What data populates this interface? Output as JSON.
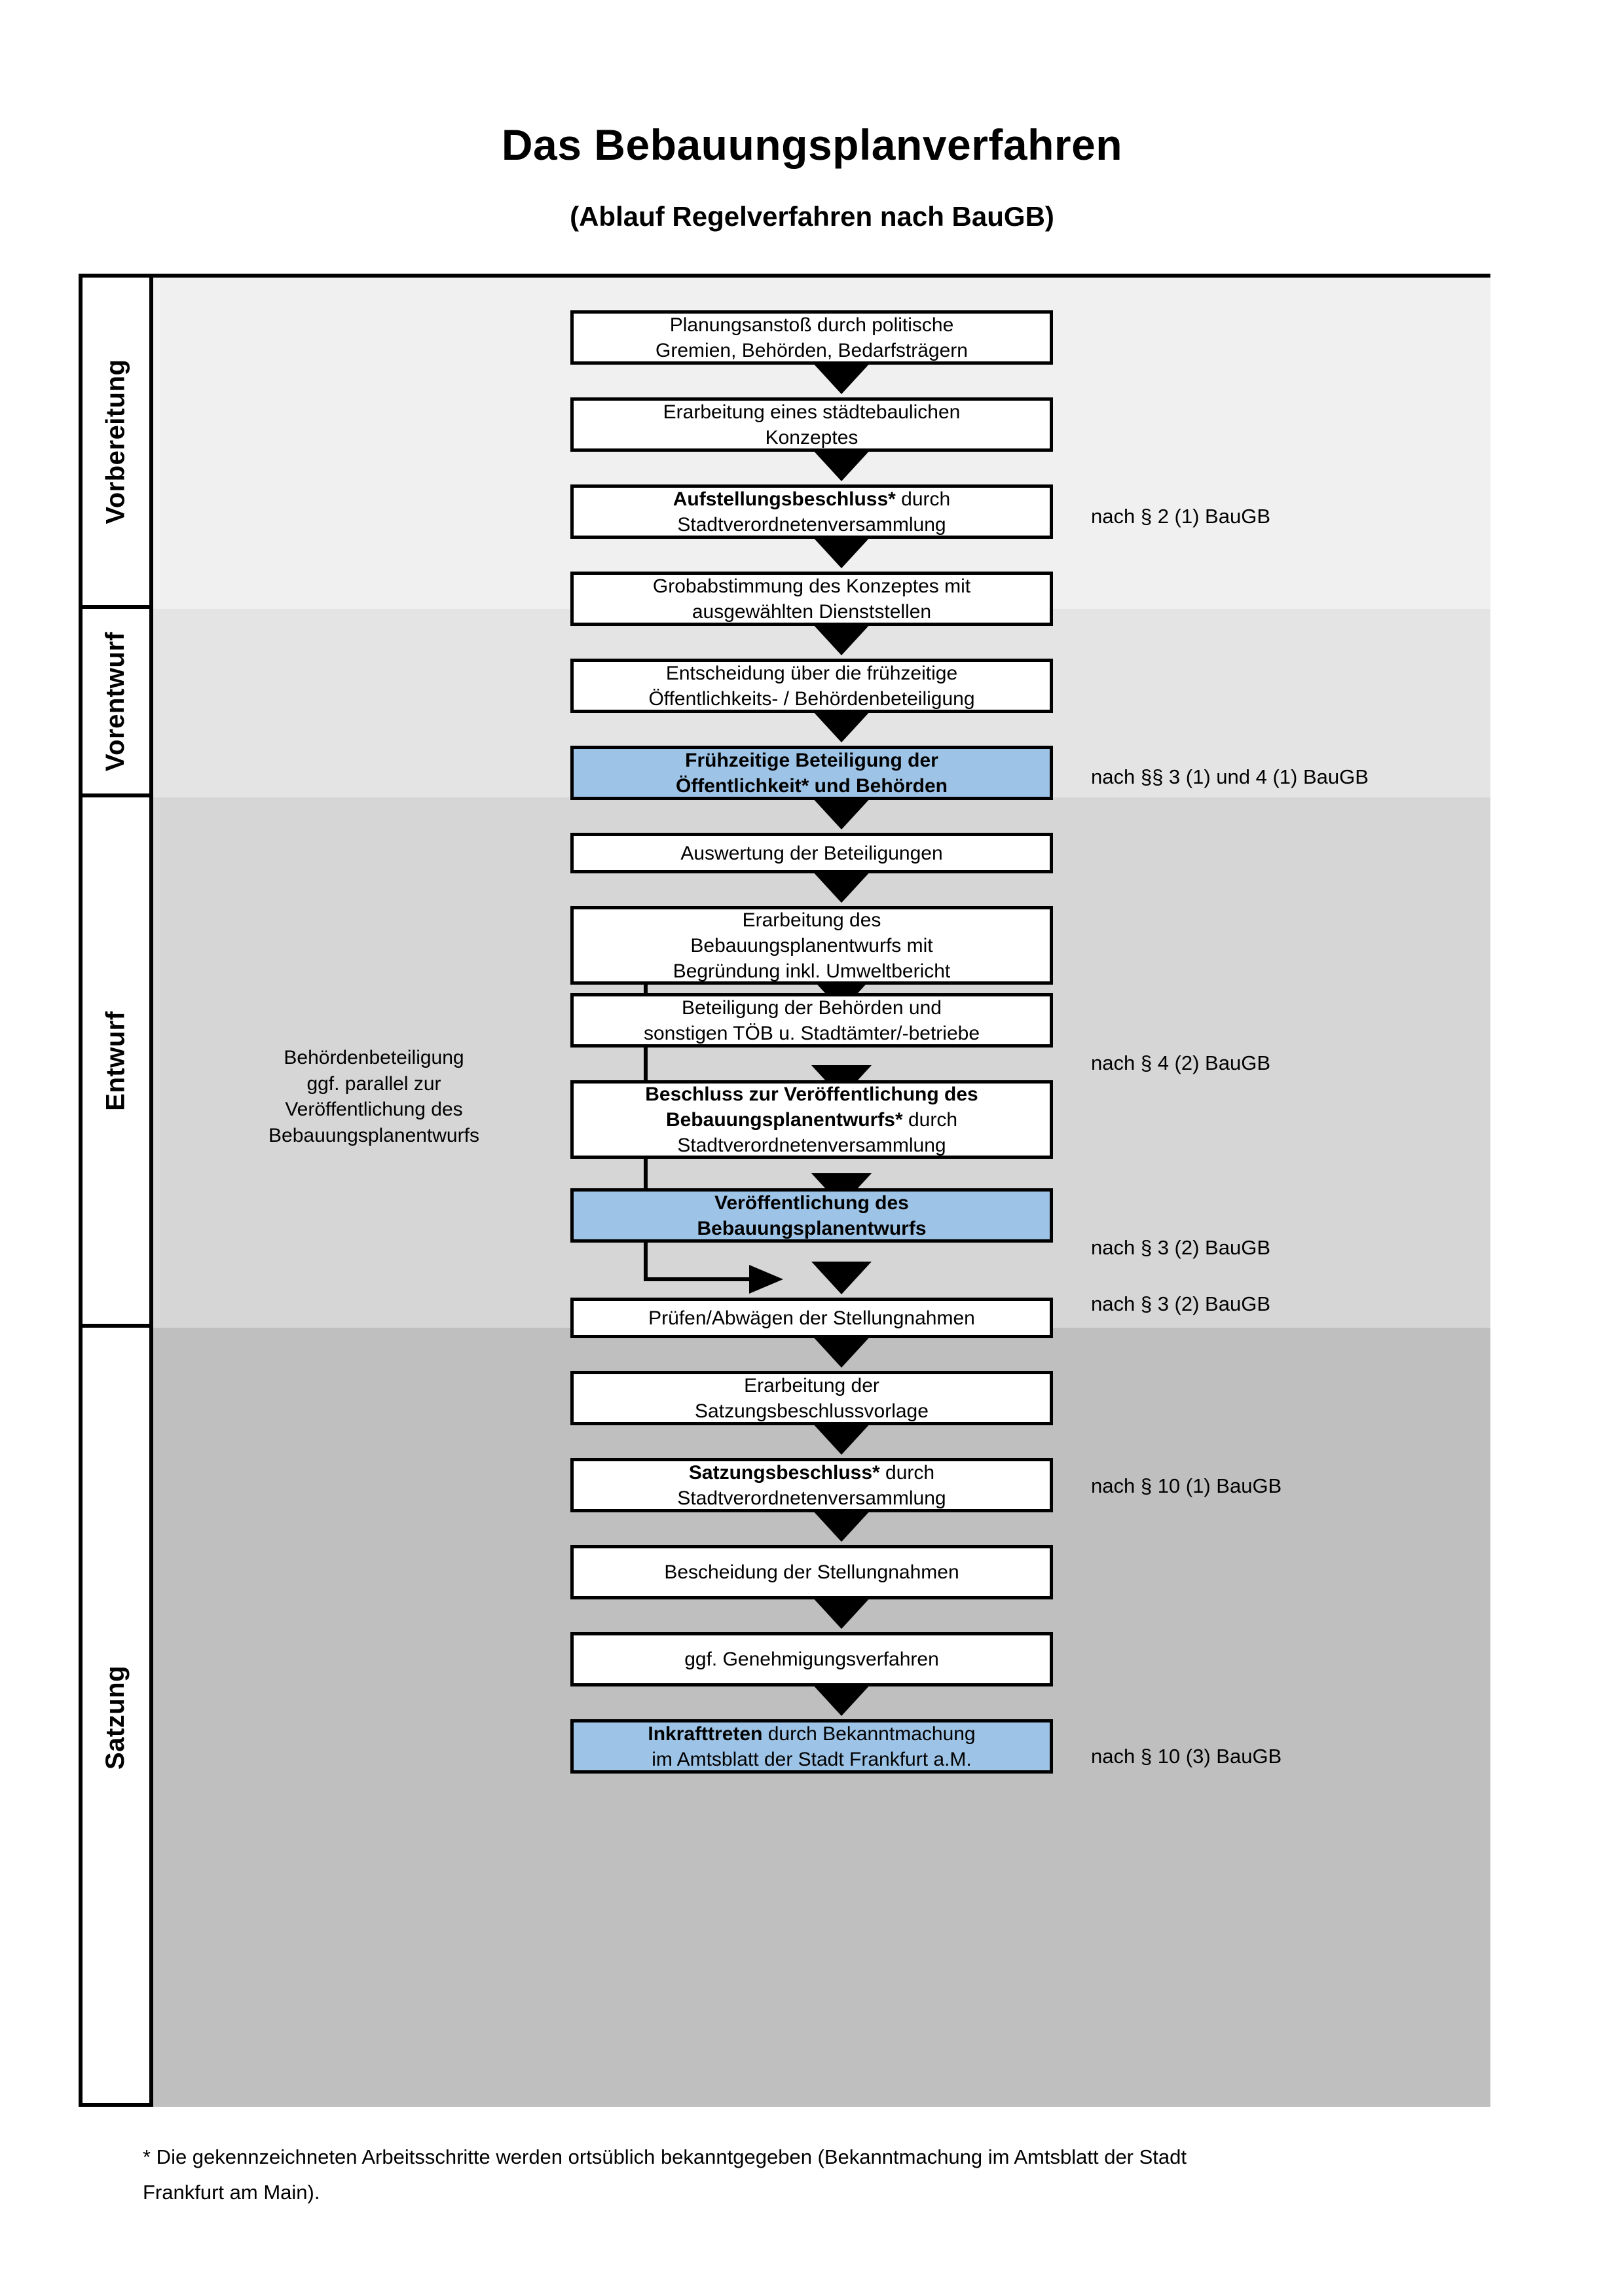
{
  "title": "Das Bebauungsplanverfahren",
  "subtitle": "(Ablauf Regelverfahren nach BauGB)",
  "colors": {
    "highlight_blue": "#9DC3E6",
    "band_vorbereitung": "#F0F0F0",
    "band_vorentwurf": "#E4E4E4",
    "band_entwurf": "#D6D6D6",
    "band_satzung": "#BFBFBF",
    "line": "#000000"
  },
  "phases": [
    {
      "label": "Vorbereitung"
    },
    {
      "label": "Vorentwurf"
    },
    {
      "label": "Entwurf"
    },
    {
      "label": "Satzung"
    }
  ],
  "steps": [
    {
      "line1": "Planungsanstoß durch politische",
      "line2": "Gremien, Behörden, Bedarfsträgern",
      "line3": "",
      "bold_prefix": "",
      "highlight": false
    },
    {
      "line1": "Erarbeitung eines städtebaulichen",
      "line2": "Konzeptes",
      "line3": "",
      "bold_prefix": "",
      "highlight": false
    },
    {
      "line1": "",
      "line2": "Stadtverordnetenversammlung",
      "line3": "",
      "bold_prefix": "Aufstellungsbeschluss*",
      "bold_suffix": " durch",
      "highlight": false
    },
    {
      "line1": "Grobabstimmung des Konzeptes mit",
      "line2": "ausgewählten Dienststellen",
      "line3": "",
      "bold_prefix": "",
      "highlight": false
    },
    {
      "line1": "Entscheidung über die frühzeitige",
      "line2": "Öffentlichkeits- / Behördenbeteiligung",
      "line3": "",
      "bold_prefix": "",
      "highlight": false
    },
    {
      "line1": "Frühzeitige Beteiligung der",
      "line2": "Öffentlichkeit* und Behörden",
      "line3": "",
      "bold_prefix": "",
      "highlight": true,
      "all_bold": true
    },
    {
      "line1": "Auswertung der Beteiligungen",
      "line2": "",
      "line3": "",
      "bold_prefix": "",
      "highlight": false
    },
    {
      "line1": "Erarbeitung des",
      "line2": "Bebauungsplanentwurfs mit",
      "line3": "Begründung inkl. Umweltbericht",
      "bold_prefix": "",
      "highlight": false
    },
    {
      "line1": "Beteiligung der Behörden und",
      "line2": "sonstigen TÖB u. Stadtämter/-betriebe",
      "line3": "",
      "bold_prefix": "",
      "highlight": false
    },
    {
      "line1": "",
      "line2": "",
      "line3": "Stadtverordnetenversammlung",
      "bold_prefix": "Beschluss zur Veröffentlichung des",
      "bold_prefix2": "Bebauungsplanentwurfs*",
      "bold_suffix": " durch",
      "highlight": false
    },
    {
      "line1": "Veröffentlichung des",
      "line2": "Bebauungsplanentwurfs",
      "line3": "",
      "bold_prefix": "",
      "highlight": true,
      "all_bold": true
    },
    {
      "line1": "Prüfen/Abwägen der Stellungnahmen",
      "line2": "",
      "line3": "",
      "bold_prefix": "",
      "highlight": false
    },
    {
      "line1": "Erarbeitung der",
      "line2": "Satzungsbeschlussvorlage",
      "line3": "",
      "bold_prefix": "",
      "highlight": false
    },
    {
      "line1": "",
      "line2": "Stadtverordnetenversammlung",
      "line3": "",
      "bold_prefix": "Satzungsbeschluss*",
      "bold_suffix": " durch",
      "highlight": false
    },
    {
      "line1": "Bescheidung der Stellungnahmen",
      "line2": "",
      "line3": "",
      "bold_prefix": "",
      "highlight": false
    },
    {
      "line1": "ggf. Genehmigungsverfahren",
      "line2": "",
      "line3": "",
      "bold_prefix": "",
      "highlight": false
    },
    {
      "line1": "",
      "line2": "im Amtsblatt der Stadt Frankfurt a.M.",
      "line3": "",
      "bold_prefix": "Inkrafttreten",
      "bold_suffix": " durch Bekanntmachung",
      "highlight": true
    }
  ],
  "side_note": {
    "line1": "Behördenbeteiligung",
    "line2": "ggf. parallel zur",
    "line3": "Veröffentlichung des",
    "line4": "Bebauungsplanentwurfs"
  },
  "legal_refs": [
    {
      "text": "nach § 2 (1) BauGB"
    },
    {
      "text": "nach §§ 3 (1) und 4 (1) BauGB"
    },
    {
      "text": "nach § 4 (2) BauGB"
    },
    {
      "text": "nach § 3 (2) BauGB"
    },
    {
      "text": "nach § 3 (2) BauGB"
    },
    {
      "text": "nach § 10 (1) BauGB"
    },
    {
      "text": "nach § 10 (3) BauGB"
    }
  ],
  "footnote": {
    "line1": "* Die gekennzeichneten Arbeitsschritte werden ortsüblich bekanntgegeben (Bekanntmachung im Amtsblatt  der Stadt",
    "line2": "Frankfurt am Main)."
  }
}
